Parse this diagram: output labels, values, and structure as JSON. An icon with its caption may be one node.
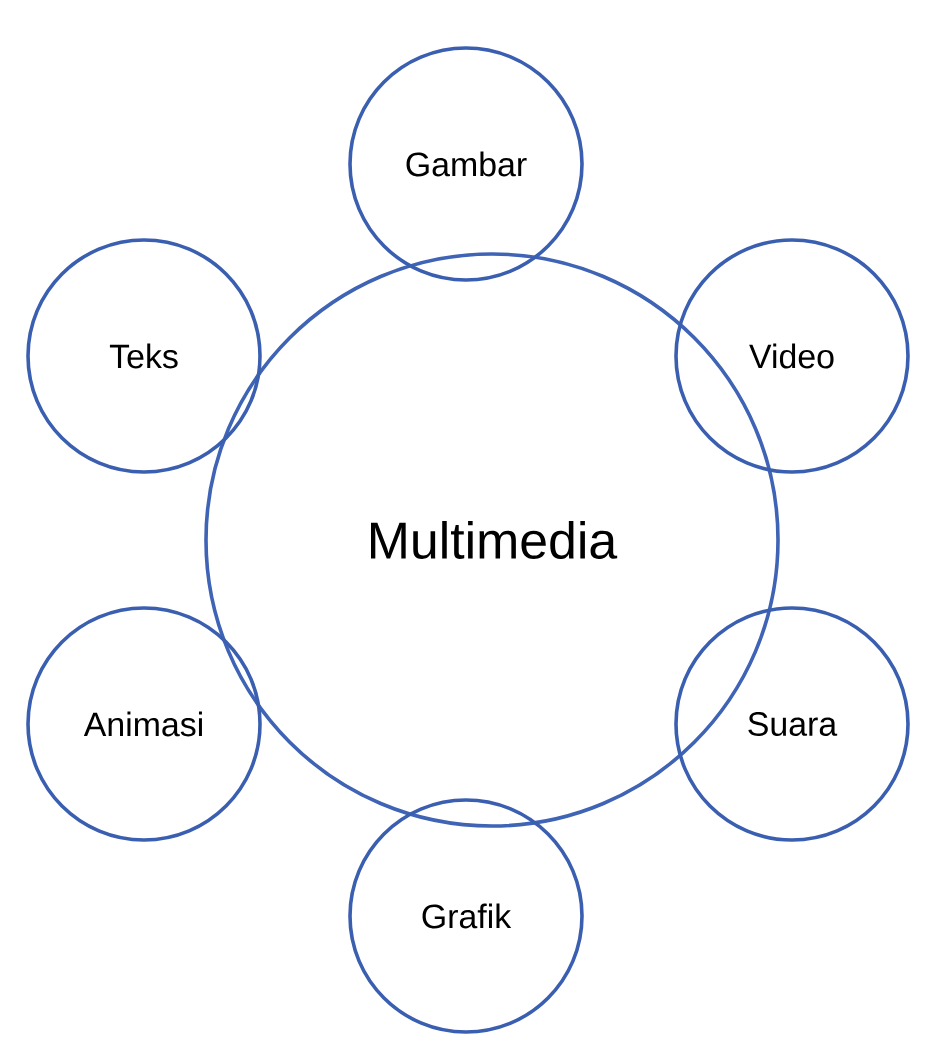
{
  "diagram": {
    "nodes": [
      {
        "text": [
          "Multimedia"
        ]
      },
      {
        "text": [
          "Gambar"
        ]
      },
      {
        "text": [
          "Teks"
        ]
      },
      {
        "text": [
          "Video"
        ]
      },
      {
        "text": [
          "Animasi"
        ]
      },
      {
        "text": [
          "Suara"
        ]
      },
      {
        "text": [
          "Grafik"
        ]
      }
    ]
  }
}
